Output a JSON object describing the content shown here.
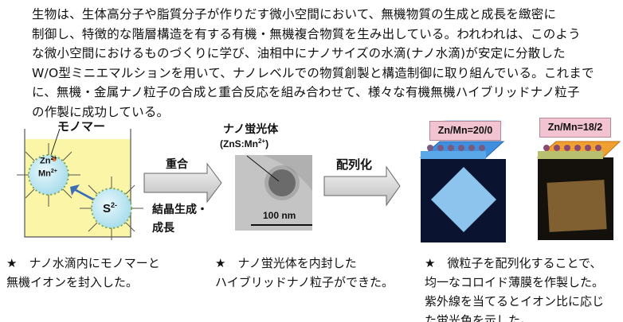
{
  "paragraph": [
    "生物は、生体高分子や脂質分子が作りだす微小空間において、無機物質の生成と成長を緻密に",
    "制御し、特徴的な階層構造を有する有機・無機複合物質を生み出している。われわれは、このよう",
    "な微小空間におけるものづくりに学び、油相中にナノサイズの水滴(ナノ水滴)が安定に分散した",
    "W/O型ミニエマルションを用いて、ナノレベルでの物質創製と構造制御に取り組んでいる。これまで",
    "に、無機・金属ナノ粒子の合成と重合反応を組み合わせて、様々な有機無機ハイブリッドナノ粒子",
    "の作製に成功している。"
  ],
  "diagram": {
    "monomer_label": "モノマー",
    "zn_label": "Zn",
    "zn_charge": "2+",
    "mn_label": "Mn",
    "mn_charge": "2+",
    "s_label": "S",
    "s_charge": "2-",
    "arrow1_top": "重合",
    "arrow1_bottom_1": "結晶生成・",
    "arrow1_bottom_2": "成長",
    "phosphor_label": "ナノ蛍光体",
    "phosphor_formula": "(ZnS:Mn",
    "phosphor_charge": "2+",
    "phosphor_close": ")",
    "scale_bar": "100 nm",
    "arrow2_label": "配列化",
    "ratio1": "Zn/Mn=20/0",
    "ratio2": "Zn/Mn=18/2",
    "colors": {
      "film1": "#3f8fe0",
      "film2": "#f0a030",
      "label_bg": "#f2c4d2",
      "beaker": "#fbf5a8"
    }
  },
  "captions": {
    "c1": [
      "★　ナノ水滴内にモノマーと",
      "無機イオンを封入した。"
    ],
    "c2": [
      "★　ナノ蛍光体を内封した",
      "ハイブリッドナノ粒子ができた。"
    ],
    "c3": [
      "★　微粒子を配列化することで、",
      "均一なコロイド薄膜を作製した。",
      "紫外線を当てるとイオン比に応じ",
      "た蛍光色を示した。"
    ]
  }
}
